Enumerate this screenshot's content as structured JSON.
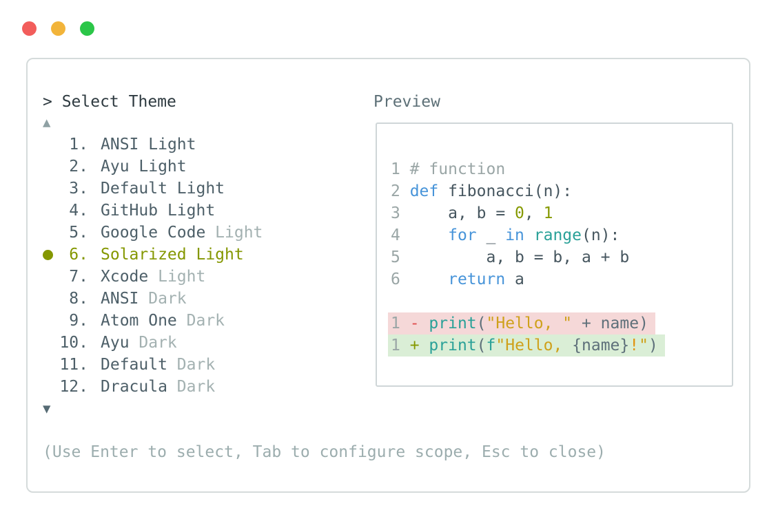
{
  "window": {
    "controls": [
      {
        "name": "close",
        "color": "#f25d5b"
      },
      {
        "name": "minimize",
        "color": "#f2b43a"
      },
      {
        "name": "zoom",
        "color": "#2bc648"
      }
    ]
  },
  "theme_picker": {
    "title": "> Select Theme",
    "scroll_up_icon": "▲",
    "scroll_down_icon": "▼",
    "items": [
      {
        "num": "1.",
        "name": "ANSI",
        "variant": "Light",
        "variant_dim": false,
        "selected": false
      },
      {
        "num": "2.",
        "name": "Ayu",
        "variant": "Light",
        "variant_dim": false,
        "selected": false
      },
      {
        "num": "3.",
        "name": "Default",
        "variant": "Light",
        "variant_dim": false,
        "selected": false
      },
      {
        "num": "4.",
        "name": "GitHub",
        "variant": "Light",
        "variant_dim": false,
        "selected": false
      },
      {
        "num": "5.",
        "name": "Google Code",
        "variant": "Light",
        "variant_dim": true,
        "selected": false
      },
      {
        "num": "6.",
        "name": "Solarized",
        "variant": "Light",
        "variant_dim": false,
        "selected": true
      },
      {
        "num": "7.",
        "name": "Xcode",
        "variant": "Light",
        "variant_dim": true,
        "selected": false
      },
      {
        "num": "8.",
        "name": "ANSI",
        "variant": "Dark",
        "variant_dim": true,
        "selected": false
      },
      {
        "num": "9.",
        "name": "Atom One",
        "variant": "Dark",
        "variant_dim": true,
        "selected": false
      },
      {
        "num": "10.",
        "name": "Ayu",
        "variant": "Dark",
        "variant_dim": true,
        "selected": false
      },
      {
        "num": "11.",
        "name": "Default",
        "variant": "Dark",
        "variant_dim": true,
        "selected": false
      },
      {
        "num": "12.",
        "name": "Dracula",
        "variant": "Dark",
        "variant_dim": true,
        "selected": false
      }
    ],
    "footer_hint": "(Use Enter to select, Tab to configure scope, Esc to close)"
  },
  "preview": {
    "label": "Preview",
    "code_lines": [
      {
        "ln": "1",
        "tokens": [
          {
            "t": "# function",
            "c": "cm"
          }
        ]
      },
      {
        "ln": "2",
        "tokens": [
          {
            "t": "def",
            "c": "kw"
          },
          {
            "t": " fibonacci(n):",
            "c": "pl"
          }
        ]
      },
      {
        "ln": "3",
        "tokens": [
          {
            "t": "    a, b = ",
            "c": "pl"
          },
          {
            "t": "0",
            "c": "num"
          },
          {
            "t": ", ",
            "c": "pl"
          },
          {
            "t": "1",
            "c": "num"
          }
        ]
      },
      {
        "ln": "4",
        "tokens": [
          {
            "t": "    ",
            "c": "pl"
          },
          {
            "t": "for",
            "c": "kw"
          },
          {
            "t": " _ ",
            "c": "pl"
          },
          {
            "t": "in",
            "c": "kw"
          },
          {
            "t": " ",
            "c": "pl"
          },
          {
            "t": "range",
            "c": "fn"
          },
          {
            "t": "(n):",
            "c": "pl"
          }
        ]
      },
      {
        "ln": "5",
        "tokens": [
          {
            "t": "        a, b = b, a + b",
            "c": "pl"
          }
        ]
      },
      {
        "ln": "6",
        "tokens": [
          {
            "t": "    ",
            "c": "pl"
          },
          {
            "t": "return",
            "c": "kw"
          },
          {
            "t": " a",
            "c": "pl"
          }
        ]
      },
      {
        "ln": "",
        "tokens": []
      },
      {
        "ln": "1",
        "diff": "removed",
        "tokens": [
          {
            "t": "- ",
            "c": "minus"
          },
          {
            "t": "print",
            "c": "fn"
          },
          {
            "t": "(",
            "c": "ds"
          },
          {
            "t": "\"Hello, \"",
            "c": "str"
          },
          {
            "t": " + name)",
            "c": "ds"
          }
        ]
      },
      {
        "ln": "1",
        "diff": "added",
        "tokens": [
          {
            "t": "+ ",
            "c": "plus"
          },
          {
            "t": "print",
            "c": "fn"
          },
          {
            "t": "(",
            "c": "ds"
          },
          {
            "t": "f",
            "c": "fn"
          },
          {
            "t": "\"Hello, ",
            "c": "str"
          },
          {
            "t": "{name}",
            "c": "ds"
          },
          {
            "t": "!",
            "c": "bang"
          },
          {
            "t": "\"",
            "c": "str"
          },
          {
            "t": ")",
            "c": "ds"
          }
        ]
      }
    ]
  },
  "colors": {
    "selection": "#849700",
    "list_text": "#4d5f68",
    "list_dim": "#a3b1b1",
    "keyword": "#4794d9",
    "function": "#2aa198",
    "number_literal": "#859900",
    "string": "#cfa11b",
    "comment": "#9aa6a6",
    "plain_code": "#46565f",
    "diff_removed_bg": "#f5d8d8",
    "diff_added_bg": "#daeed6",
    "diff_removed_marker": "#df4d4d",
    "diff_added_marker": "#859900",
    "exclaim": "#e2920e",
    "diff_plain": "#5e707a",
    "traffic_red": "#f25d5b",
    "traffic_yellow": "#f2b43a",
    "traffic_green": "#2bc648"
  }
}
